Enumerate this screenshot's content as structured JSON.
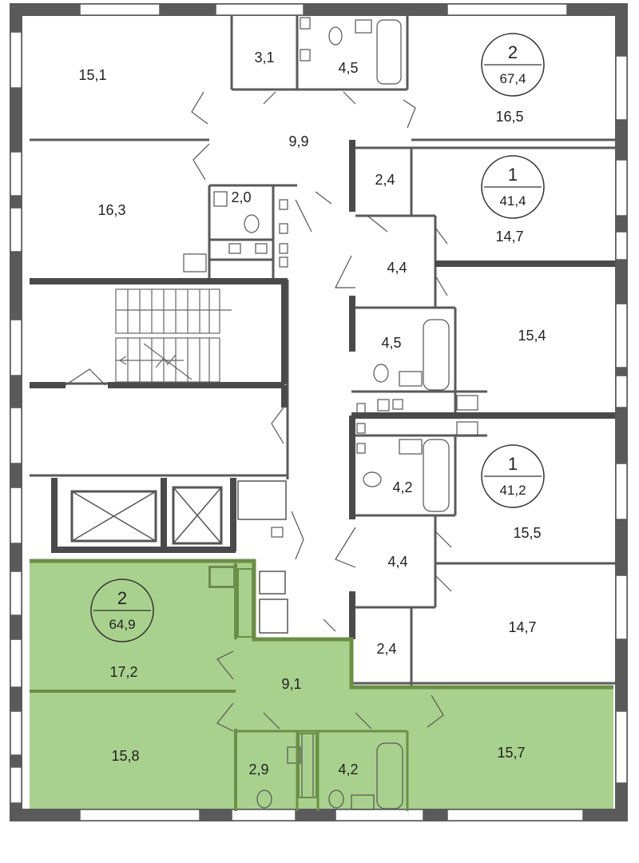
{
  "colors": {
    "wall": "#5a5a5a",
    "highlight_fill": "#a9d18e",
    "highlight_wall": "#6a8f45",
    "background": "#ffffff"
  },
  "apartments": [
    {
      "rooms": "2",
      "area": "67,4"
    },
    {
      "rooms": "1",
      "area": "41,4"
    },
    {
      "rooms": "1",
      "area": "41,2"
    },
    {
      "rooms": "2",
      "area": "64,9",
      "highlighted": true
    }
  ],
  "rooms": [
    "15,1",
    "3,1",
    "4,5",
    "16,5",
    "9,9",
    "16,3",
    "2,0",
    "2,4",
    "14,7",
    "4,4",
    "4,5",
    "15,4",
    "4,2",
    "15,5",
    "4,4",
    "14,7",
    "2,4",
    "17,2",
    "9,1",
    "15,8",
    "2,9",
    "4,2",
    "15,7"
  ]
}
